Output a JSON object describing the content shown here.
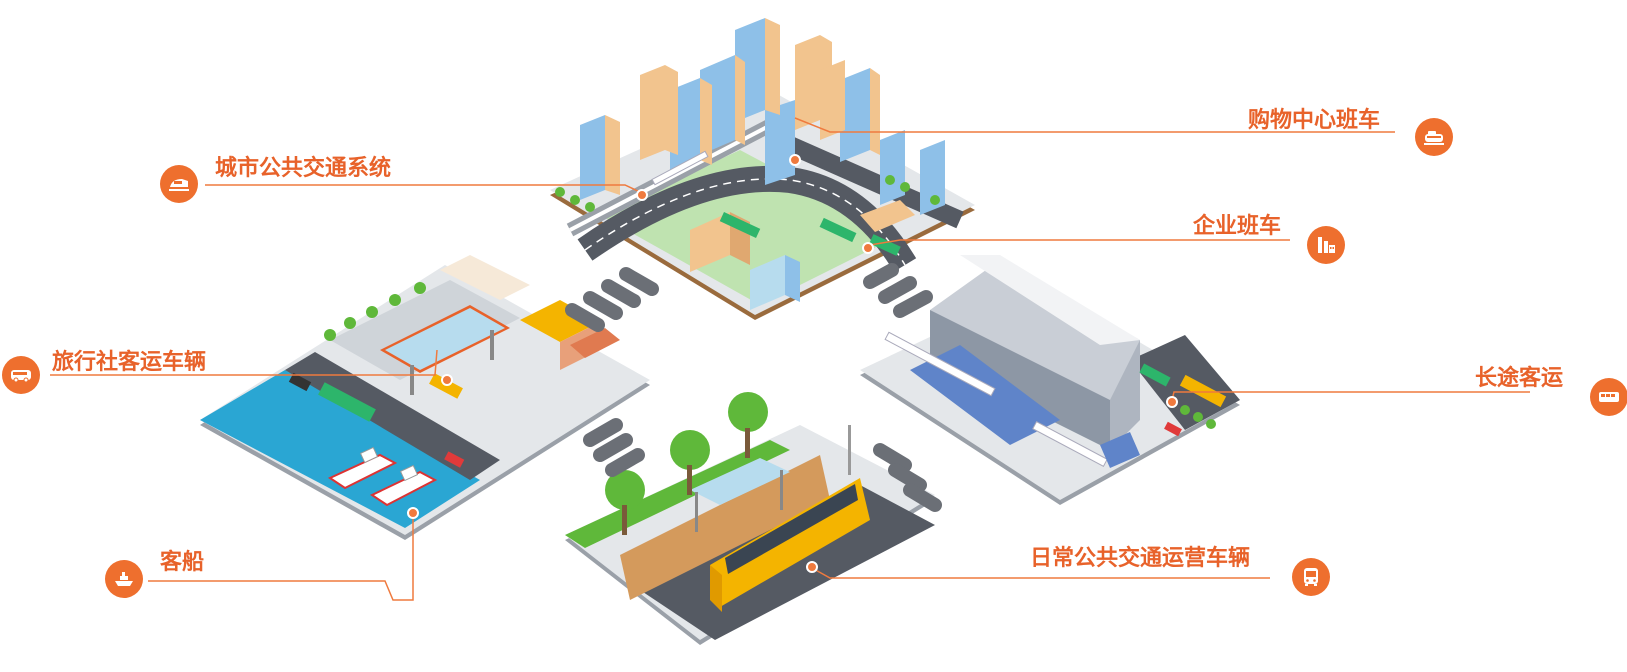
{
  "colors": {
    "accent": "#ee6f2e",
    "label_text": "#e8622a",
    "leader_line": "#ef7a3e",
    "water": "#2aa6d3",
    "grass": "#5fb83a",
    "road": "#555a63",
    "bus_yellow": "#f4b400",
    "bus_green": "#2db56b"
  },
  "labels": {
    "shopping_shuttle": "购物中心班车",
    "city_transit": "城市公共交通系统",
    "enterprise_shuttle": "企业班车",
    "travel_agency": "旅行社客运车辆",
    "long_distance": "长途客运",
    "passenger_ship": "客船",
    "daily_public": "日常公共交通运营车辆"
  },
  "icons": {
    "shopping_shuttle": "shuttle-bus-icon",
    "city_transit": "train-icon",
    "enterprise_shuttle": "factory-icon",
    "travel_agency": "coach-bus-icon",
    "long_distance": "bus-side-icon",
    "passenger_ship": "ship-icon",
    "daily_public": "bus-front-icon"
  }
}
